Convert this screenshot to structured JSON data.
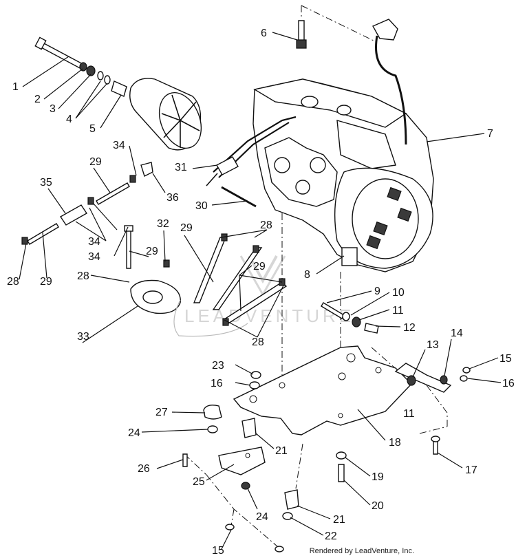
{
  "diagram": {
    "watermark": "LEADVENTURE",
    "credit": "Rendered by LeadVenture, Inc."
  },
  "callouts": [
    {
      "id": "c1",
      "label": "1"
    },
    {
      "id": "c2",
      "label": "2"
    },
    {
      "id": "c3",
      "label": "3"
    },
    {
      "id": "c4",
      "label": "4"
    },
    {
      "id": "c5",
      "label": "5"
    },
    {
      "id": "c6",
      "label": "6"
    },
    {
      "id": "c7",
      "label": "7"
    },
    {
      "id": "c8",
      "label": "8"
    },
    {
      "id": "c9",
      "label": "9"
    },
    {
      "id": "c10",
      "label": "10"
    },
    {
      "id": "c11a",
      "label": "11"
    },
    {
      "id": "c11b",
      "label": "11"
    },
    {
      "id": "c12",
      "label": "12"
    },
    {
      "id": "c13",
      "label": "13"
    },
    {
      "id": "c14",
      "label": "14"
    },
    {
      "id": "c15a",
      "label": "15"
    },
    {
      "id": "c15b",
      "label": "15"
    },
    {
      "id": "c16a",
      "label": "16"
    },
    {
      "id": "c16b",
      "label": "16"
    },
    {
      "id": "c17",
      "label": "17"
    },
    {
      "id": "c18",
      "label": "18"
    },
    {
      "id": "c19",
      "label": "19"
    },
    {
      "id": "c20",
      "label": "20"
    },
    {
      "id": "c21a",
      "label": "21"
    },
    {
      "id": "c21b",
      "label": "21"
    },
    {
      "id": "c22",
      "label": "22"
    },
    {
      "id": "c23",
      "label": "23"
    },
    {
      "id": "c24a",
      "label": "24"
    },
    {
      "id": "c24b",
      "label": "24"
    },
    {
      "id": "c25",
      "label": "25"
    },
    {
      "id": "c26",
      "label": "26"
    },
    {
      "id": "c27",
      "label": "27"
    },
    {
      "id": "c28a",
      "label": "28"
    },
    {
      "id": "c28b",
      "label": "28"
    },
    {
      "id": "c28c",
      "label": "28"
    },
    {
      "id": "c28d",
      "label": "28"
    },
    {
      "id": "c29a",
      "label": "29"
    },
    {
      "id": "c29b",
      "label": "29"
    },
    {
      "id": "c29c",
      "label": "29"
    },
    {
      "id": "c29d",
      "label": "29"
    },
    {
      "id": "c29e",
      "label": "29"
    },
    {
      "id": "c30",
      "label": "30"
    },
    {
      "id": "c31",
      "label": "31"
    },
    {
      "id": "c32",
      "label": "32"
    },
    {
      "id": "c33",
      "label": "33"
    },
    {
      "id": "c34a",
      "label": "34"
    },
    {
      "id": "c34b",
      "label": "34"
    },
    {
      "id": "c34c",
      "label": "34"
    },
    {
      "id": "c35",
      "label": "35"
    },
    {
      "id": "c36",
      "label": "36"
    }
  ]
}
